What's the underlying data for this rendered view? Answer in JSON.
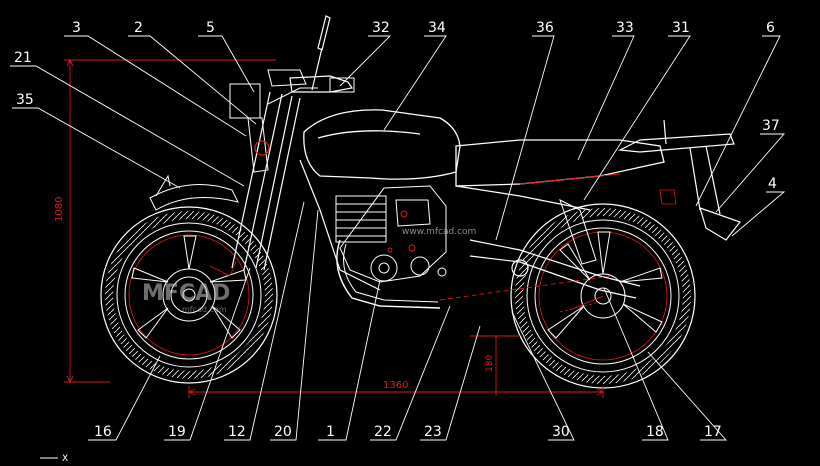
{
  "drawing": {
    "background": "#000000",
    "line_color": "#ffffff",
    "dimension_color": "#e01818",
    "callouts": {
      "n3": "3",
      "n2": "2",
      "n5": "5",
      "n32": "32",
      "n34": "34",
      "n36": "36",
      "n33": "33",
      "n31": "31",
      "n6": "6",
      "n21": "21",
      "n35": "35",
      "n37": "37",
      "n4": "4",
      "n16": "16",
      "n19": "19",
      "n12": "12",
      "n20": "20",
      "n1": "1",
      "n22": "22",
      "n23": "23",
      "n30": "30",
      "n18": "18",
      "n17": "17"
    },
    "dimensions": {
      "height": "1080",
      "wheelbase": "1360",
      "ground_clearance": "180"
    },
    "watermark": {
      "logo_text": "MFCAD",
      "sub_text": "mfcad.com",
      "center_text": "www.mfcad.com"
    },
    "ucs_axis_label": "X"
  }
}
